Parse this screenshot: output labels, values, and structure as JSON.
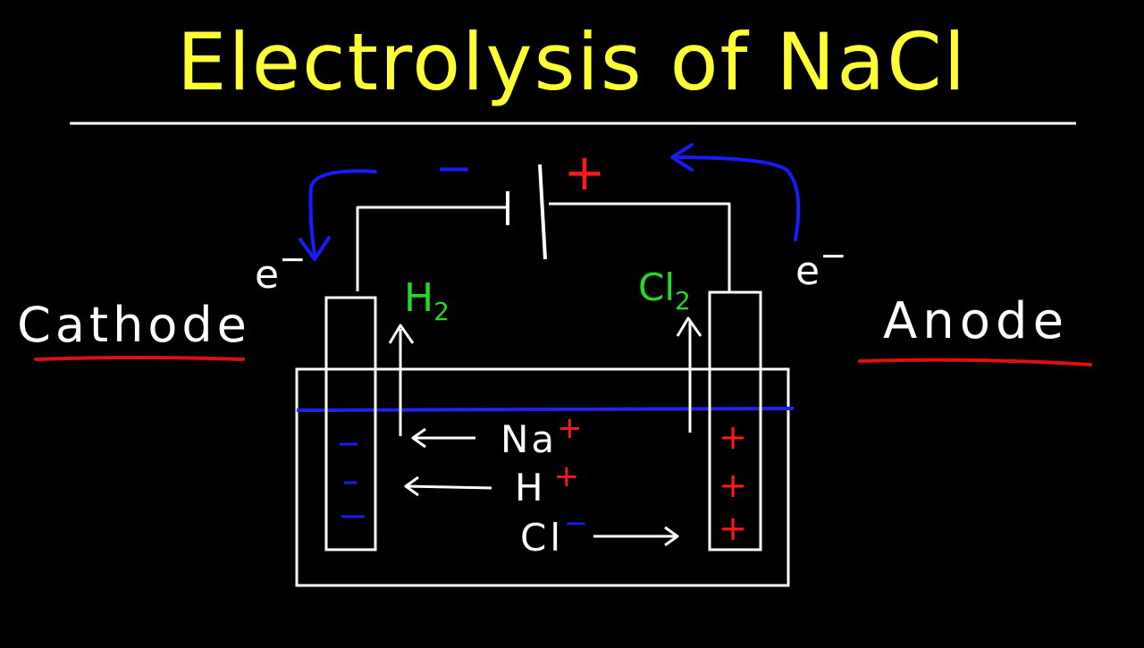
{
  "title": "Electrolysis of NaCl",
  "labels": {
    "cathode": "Cathode",
    "anode": "Anode",
    "electron_left": "e",
    "electron_right": "e",
    "electron_charge": "−",
    "h2_symbol": "H",
    "h2_sub": "2",
    "cl2_symbol": "Cl",
    "cl2_sub": "2",
    "battery_neg": "−",
    "battery_pos": "+",
    "na_ion": "Na",
    "na_charge": "+",
    "h_ion": "H",
    "h_charge": "+",
    "cl_ion": "Cl",
    "cl_charge": "−",
    "cathode_charge": "−",
    "anode_charge": "+"
  },
  "colors": {
    "title": "#ffff33",
    "ink": "#ffffff",
    "wire_arrow": "#1a1aff",
    "gas": "#22dd22",
    "positive": "#ff1a1a",
    "underline": "#dd1111",
    "solution_level": "#2222ee"
  }
}
